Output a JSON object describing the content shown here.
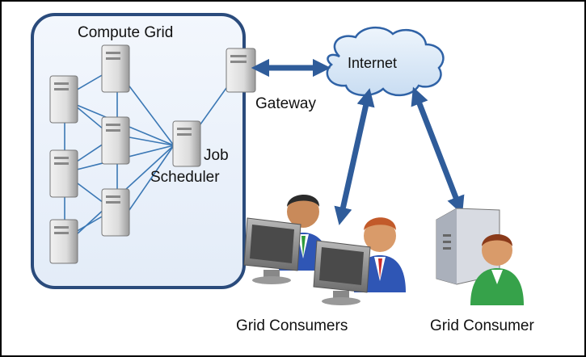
{
  "labels": {
    "compute_grid": "Compute Grid",
    "internet": "Internet",
    "gateway": "Gateway",
    "job": "Job",
    "scheduler": "Scheduler",
    "grid_consumers": "Grid Consumers",
    "grid_consumer": "Grid Consumer"
  },
  "colors": {
    "box_border": "#2a4b7c",
    "link_line": "#3b78b5",
    "arrow": "#2f5c9a",
    "cloud_fill": "#d9e8f7",
    "cloud_stroke": "#2f62a6"
  }
}
